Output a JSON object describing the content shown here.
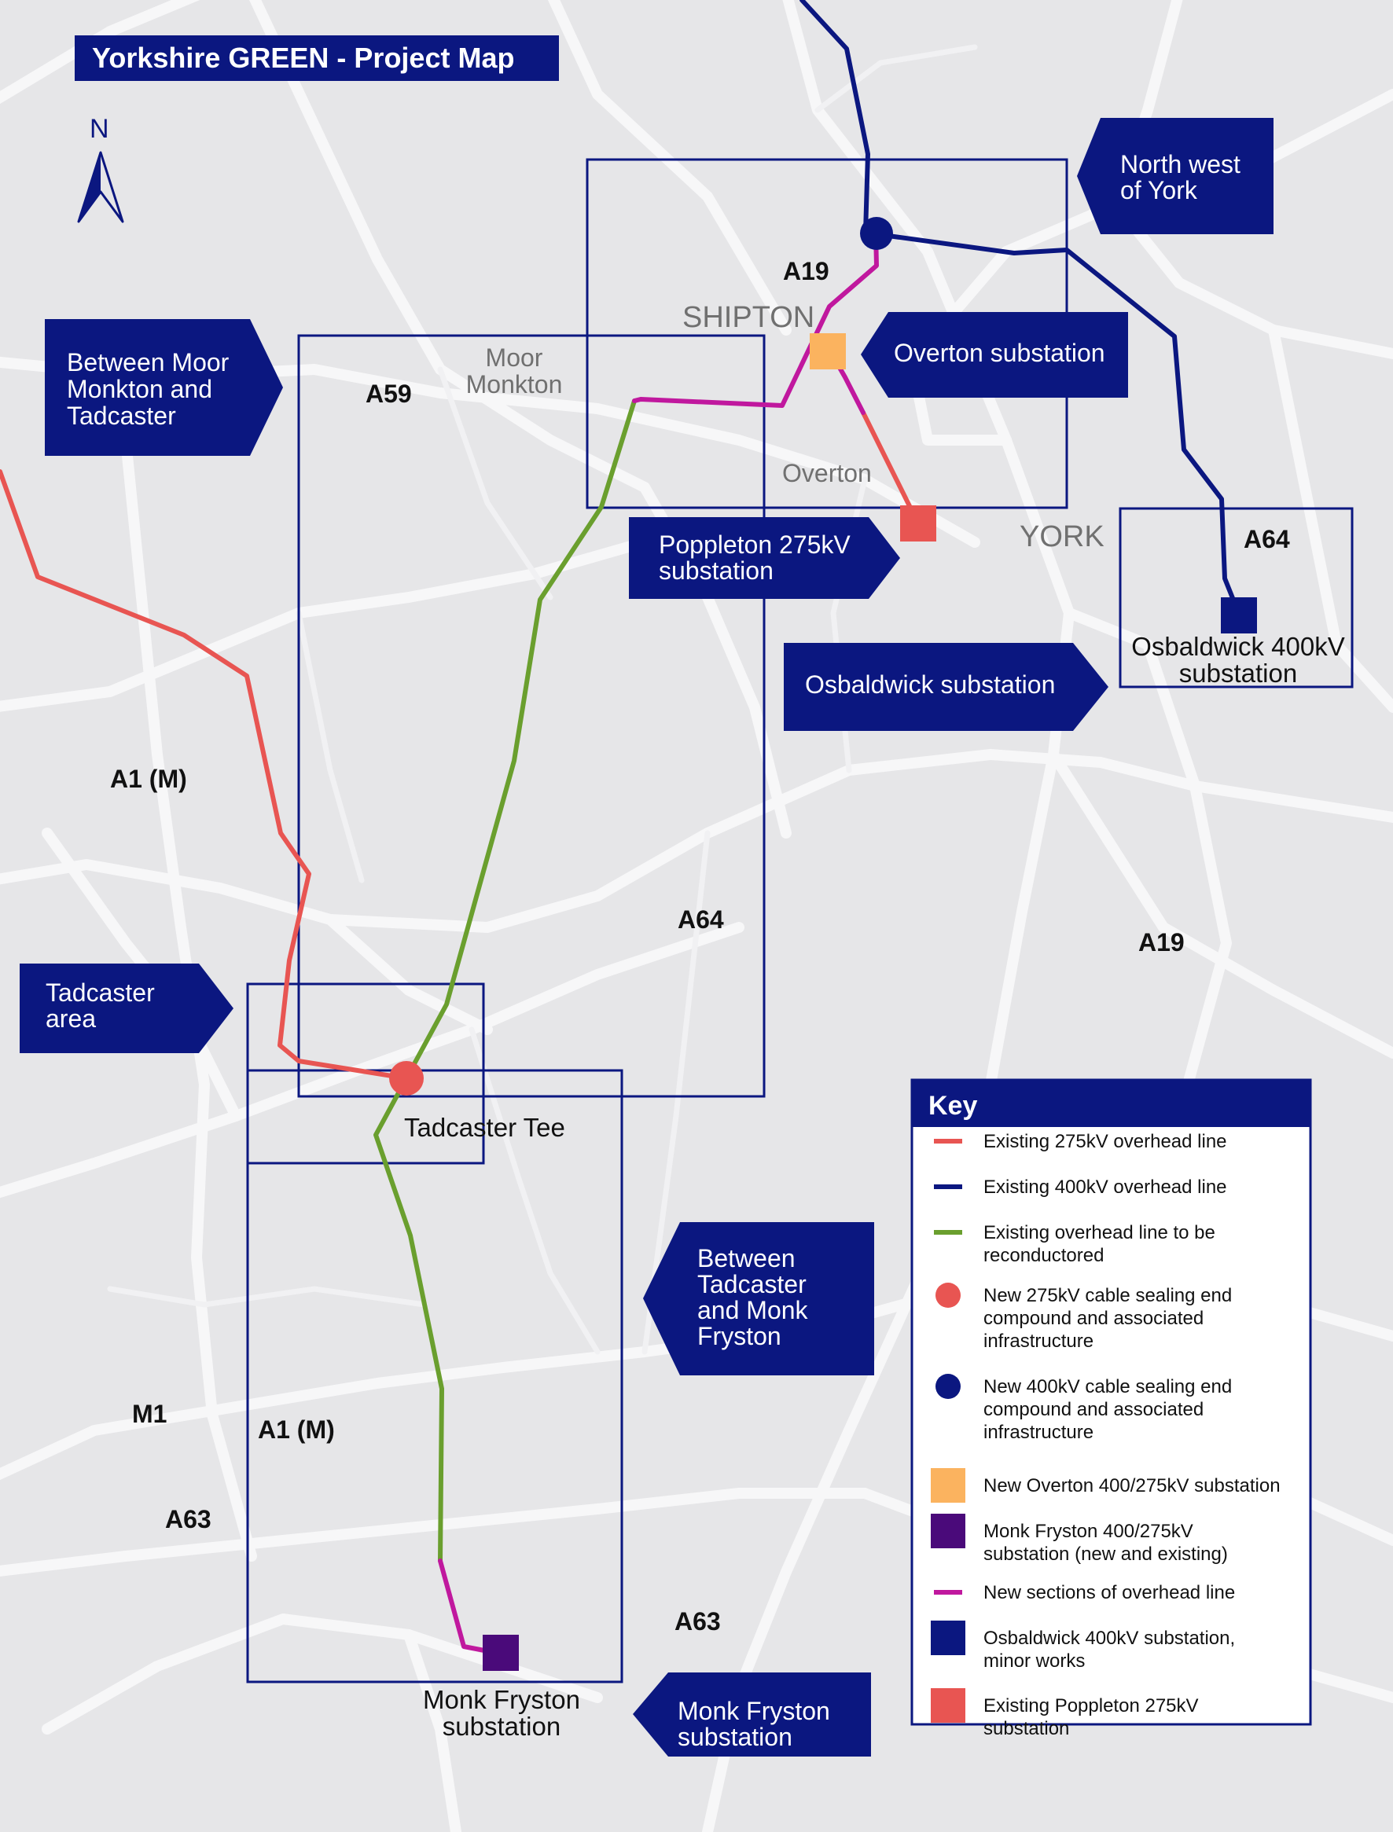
{
  "title": "Yorkshire GREEN - Project Map",
  "north": "N",
  "colors": {
    "navy": "#0b1780",
    "existing_275": "#e85552",
    "existing_400": "#0b1780",
    "reconductor": "#6a9f2e",
    "new_sections": "#c0189e",
    "overton": "#fbb35f",
    "monk_fryston": "#4a0a7a",
    "poppleton": "#e85552",
    "roads": "#f7f7f8",
    "background": "#e6e6e8"
  },
  "roads": {
    "a19_top": "A19",
    "a59": "A59",
    "a64_east": "A64",
    "a1m_west": "A1 (M)",
    "a64_mid": "A64",
    "a19_mid": "A19",
    "m1": "M1",
    "a1m_south": "A1 (M)",
    "a63_west": "A63",
    "a63_south": "A63"
  },
  "places": {
    "shipton": "SHIPTON",
    "moor_monkton": [
      "Moor",
      "Monkton"
    ],
    "overton": "Overton",
    "york": "YORK",
    "tadcaster_tee": "Tadcaster Tee",
    "osbaldwick": [
      "Osbaldwick 400kV",
      "substation"
    ],
    "monk_fryston": [
      "Monk Fryston",
      "substation"
    ]
  },
  "callouts": {
    "north_west_york": [
      "North west",
      "of York"
    ],
    "overton_substation": [
      "Overton substation"
    ],
    "moor_monkton_tadcaster": [
      "Between Moor",
      "Monkton and",
      "Tadcaster"
    ],
    "poppleton": [
      "Poppleton 275kV",
      "substation"
    ],
    "osbaldwick": [
      "Osbaldwick substation"
    ],
    "tadcaster_area": [
      "Tadcaster",
      "area"
    ],
    "tadcaster_monk_fryston": [
      "Between",
      "Tadcaster",
      "and Monk",
      "Fryston"
    ],
    "monk_fryston": [
      "Monk Fryston",
      "substation"
    ]
  },
  "key": {
    "title": "Key",
    "items": [
      {
        "symbol": "line",
        "color": "#e85552",
        "lines": [
          "Existing 275kV overhead line"
        ]
      },
      {
        "symbol": "line",
        "color": "#0b1780",
        "lines": [
          "Existing 400kV overhead line"
        ]
      },
      {
        "symbol": "line",
        "color": "#6a9f2e",
        "lines": [
          "Existing overhead line to be",
          "reconductored"
        ]
      },
      {
        "symbol": "circle",
        "color": "#e85552",
        "lines": [
          "New 275kV cable sealing end",
          "compound and associated",
          "infrastructure"
        ]
      },
      {
        "symbol": "circle",
        "color": "#0b1780",
        "lines": [
          "New 400kV cable sealing end",
          "compound and associated",
          "infrastructure"
        ]
      },
      {
        "symbol": "square",
        "color": "#fbb35f",
        "lines": [
          "New Overton 400/275kV substation"
        ]
      },
      {
        "symbol": "square",
        "color": "#4a0a7a",
        "lines": [
          "Monk Fryston 400/275kV",
          "substation (new and existing)"
        ]
      },
      {
        "symbol": "line",
        "color": "#c0189e",
        "lines": [
          "New sections of overhead line"
        ]
      },
      {
        "symbol": "square",
        "color": "#0b1780",
        "lines": [
          "Osbaldwick 400kV substation,",
          "minor works"
        ]
      },
      {
        "symbol": "square",
        "color": "#e85552",
        "lines": [
          "Existing Poppleton 275kV",
          "substation"
        ]
      }
    ]
  }
}
